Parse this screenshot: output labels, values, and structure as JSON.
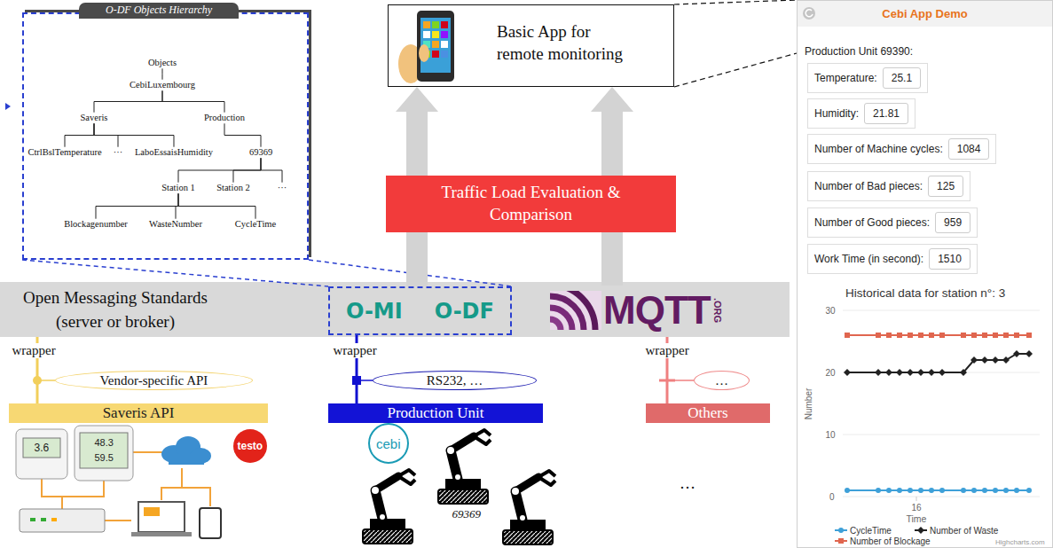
{
  "diagram": {
    "nodes": [
      {
        "text": [
          "O-DF Objects Hierarchy"
        ]
      },
      {
        "text": [
          "Objects"
        ],
        "in": 0
      },
      {
        "text": [
          "CebiLuxembourg"
        ],
        "in": 0
      },
      {
        "text": [
          "Saveris"
        ],
        "in": 0
      },
      {
        "text": [
          "Production"
        ],
        "in": 0
      },
      {
        "text": [
          "CtrlBslTemperature"
        ],
        "in": 0
      },
      {
        "text": [
          "···"
        ],
        "in": 0
      },
      {
        "text": [
          "LaboEssaisHumidity"
        ],
        "in": 0
      },
      {
        "text": [
          "69369"
        ],
        "in": 0
      },
      {
        "text": [
          "Station 1"
        ],
        "in": 0
      },
      {
        "text": [
          "Station 2"
        ],
        "in": 0
      },
      {
        "text": [
          "···"
        ],
        "in": 0
      },
      {
        "text": [
          "Blockagenumber"
        ],
        "in": 0
      },
      {
        "text": [
          "WasteNumber"
        ],
        "in": 0
      },
      {
        "text": [
          "CycleTime"
        ],
        "in": 0
      },
      {
        "text": [
          "Basic App for remote monitoring"
        ]
      },
      {
        "text": [
          "Traffic Load Evaluation & Comparison"
        ]
      },
      {
        "text": [
          "Open Messaging Standards (server or broker)"
        ]
      },
      {
        "text": [
          "O-MI",
          "O-DF"
        ],
        "in": 17
      },
      {
        "text": [
          "MQTT",
          ".ORG"
        ],
        "in": 17
      },
      {
        "text": [
          "Vendor-specific API"
        ]
      },
      {
        "text": [
          "RS232, …"
        ]
      },
      {
        "text": [
          "…"
        ]
      },
      {
        "text": [
          "Saveris API"
        ]
      },
      {
        "text": [
          "Production Unit"
        ]
      },
      {
        "text": [
          "Others"
        ]
      },
      {
        "text": [
          "Cebi App Demo",
          "Production Unit 69390:"
        ]
      },
      {
        "text": [
          "Temperature:"
        ],
        "in": 26
      },
      {
        "text": [
          "25.1"
        ],
        "in": 27
      },
      {
        "text": [
          "Humidity:"
        ],
        "in": 26
      },
      {
        "text": [
          "21.81"
        ],
        "in": 29
      },
      {
        "text": [
          "Number of Machine cycles:"
        ],
        "in": 26
      },
      {
        "text": [
          "1084"
        ],
        "in": 31
      },
      {
        "text": [
          "Number of Bad pieces:"
        ],
        "in": 26
      },
      {
        "text": [
          "125"
        ],
        "in": 33
      },
      {
        "text": [
          "Number of Good pieces:"
        ],
        "in": 26
      },
      {
        "text": [
          "959"
        ],
        "in": 35
      },
      {
        "text": [
          "Work Time (in second):"
        ],
        "in": 26
      },
      {
        "text": [
          "1510"
        ],
        "in": 37
      }
    ],
    "edges": [
      {
        "from": 1,
        "to": 2,
        "arrow": "none"
      },
      {
        "from": 2,
        "to": 3,
        "arrow": "none"
      },
      {
        "from": 2,
        "to": 4,
        "arrow": "none"
      },
      {
        "from": 3,
        "to": 5,
        "arrow": "none"
      },
      {
        "from": 3,
        "to": 6,
        "arrow": "none"
      },
      {
        "from": 3,
        "to": 7,
        "arrow": "none"
      },
      {
        "from": 4,
        "to": 8,
        "arrow": "none"
      },
      {
        "from": 8,
        "to": 9,
        "arrow": "none"
      },
      {
        "from": 8,
        "to": 10,
        "arrow": "none"
      },
      {
        "from": 8,
        "to": 11,
        "arrow": "none"
      },
      {
        "from": 9,
        "to": 12,
        "arrow": "none"
      },
      {
        "from": 9,
        "to": 13,
        "arrow": "none"
      },
      {
        "from": 9,
        "to": 14,
        "arrow": "none"
      },
      {
        "from": 0,
        "to": 18,
        "arrow": "none"
      },
      {
        "from": 15,
        "to": 26,
        "arrow": "none"
      },
      {
        "from": 18,
        "to": 15,
        "arrow": "to"
      },
      {
        "from": 19,
        "to": 15,
        "arrow": "to"
      },
      {
        "from": 17,
        "to": 23,
        "arrow": "none"
      },
      {
        "from": 18,
        "to": 24,
        "arrow": "none"
      },
      {
        "from": 17,
        "to": 25,
        "arrow": "none"
      }
    ],
    "labels": [
      "wrapper",
      "wrapper",
      "wrapper",
      "3.6",
      "48.3",
      "59.5",
      "testo",
      "cebi",
      "69369",
      "…",
      "Historical data for station n°: 3",
      "30",
      "20",
      "10",
      "0",
      "16",
      "Time",
      "Number",
      "Highcharts.com"
    ],
    "legend": [
      {
        "text": "CycleTime"
      },
      {
        "text": "Number of Waste"
      },
      {
        "text": "Number of Blockage"
      }
    ]
  }
}
